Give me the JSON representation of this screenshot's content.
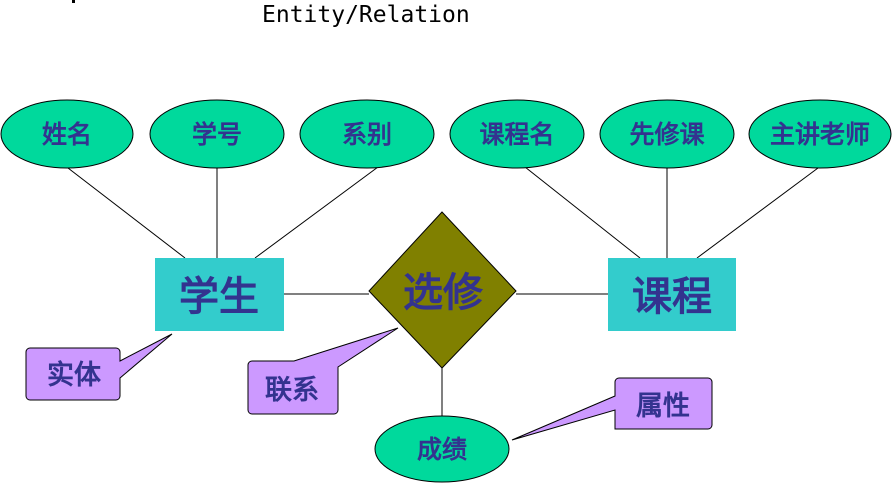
{
  "title": "Entity/Relation",
  "attributes_student": [
    "姓名",
    "学号",
    "系别"
  ],
  "attributes_course": [
    "课程名",
    "先修课",
    "主讲老师"
  ],
  "entity_student": "学生",
  "entity_course": "课程",
  "relation": "选修",
  "relation_attribute": "成绩",
  "callouts": {
    "entity": "实体",
    "relation": "联系",
    "attribute": "属性"
  },
  "colors": {
    "attribute_fill": "#00d99c",
    "entity_fill": "#33cccc",
    "relation_fill": "#808000",
    "callout_fill": "#cc99ff",
    "label_text": "#33338f"
  }
}
